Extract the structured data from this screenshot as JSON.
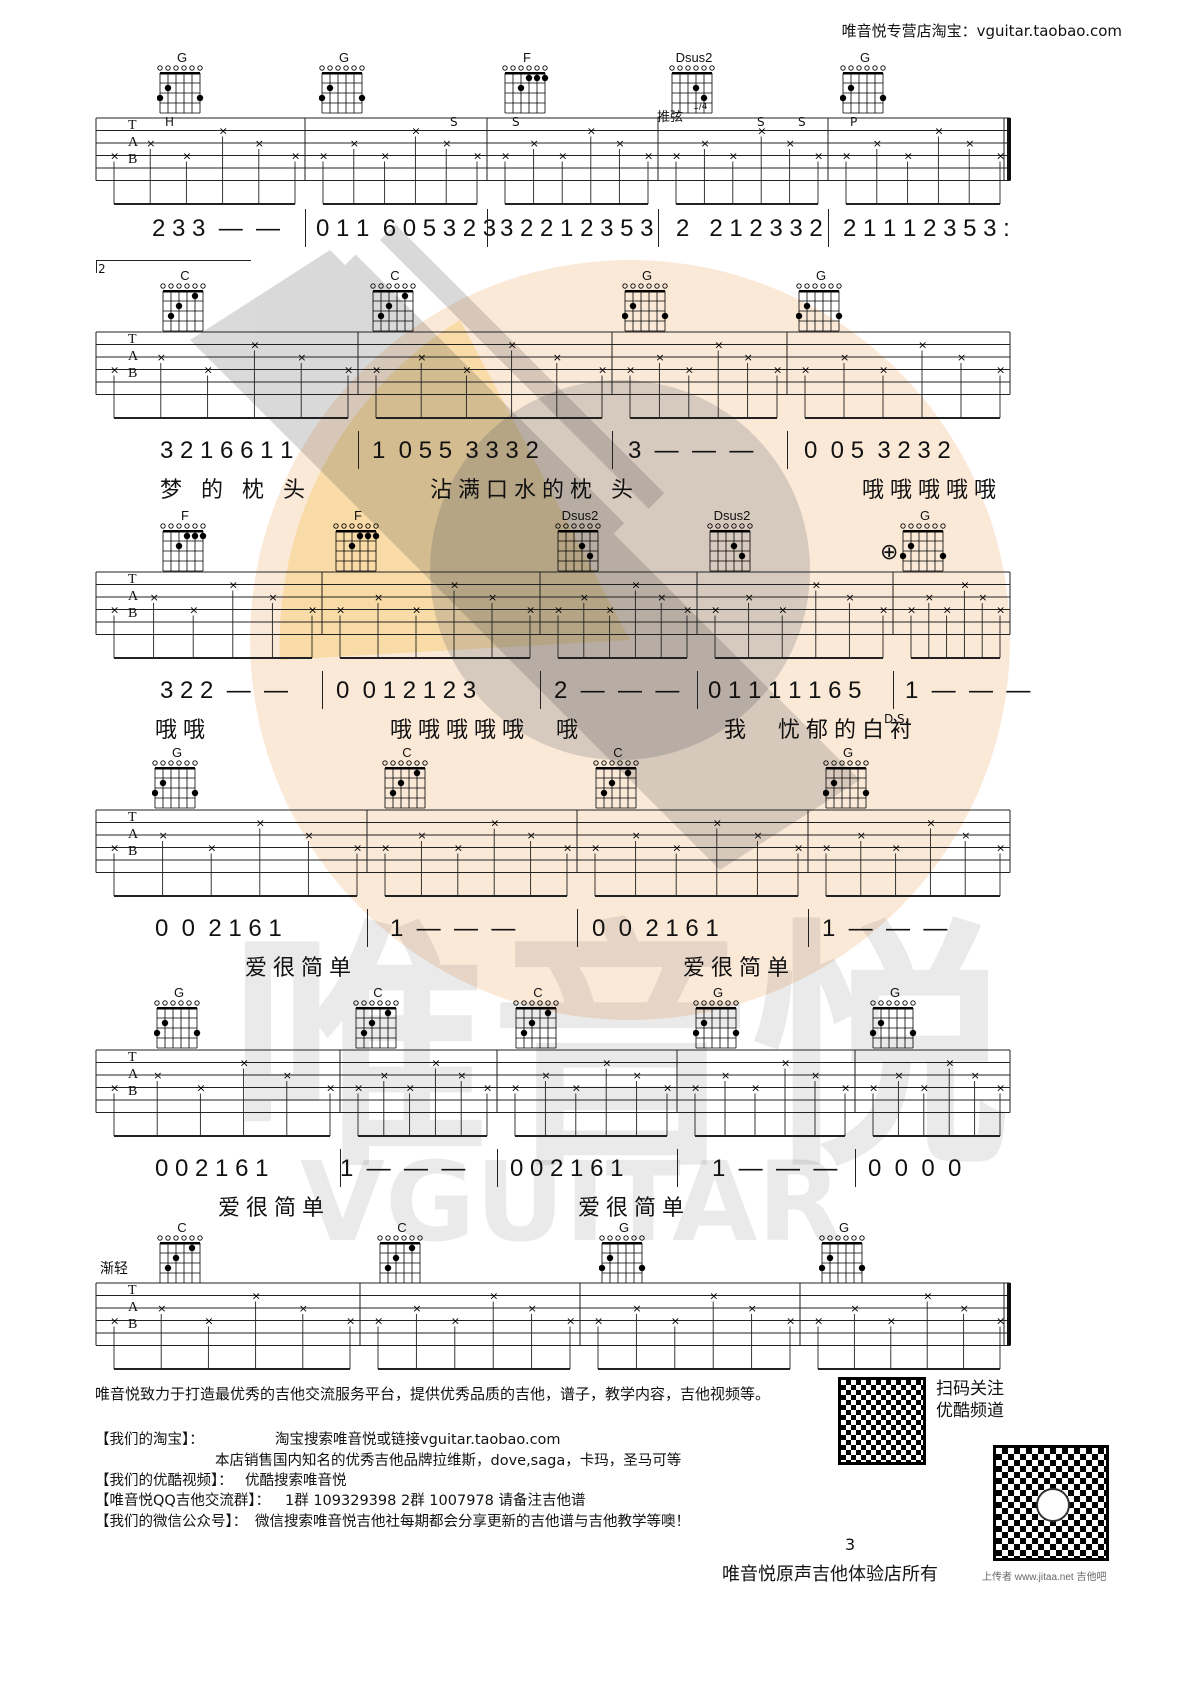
{
  "header": {
    "shop": "唯音悦专营店淘宝：vguitar.taobao.com"
  },
  "watermark": {
    "brand": "唯音悦",
    "latin": "VGUITAR"
  },
  "systems": [
    {
      "chords": [
        "G",
        "G",
        "F",
        "Dsus2",
        "G"
      ],
      "annotations": {
        "bend": "推弦",
        "bend_amt": "1/4",
        "h": "H",
        "p": "P",
        "s1": "S",
        "s2": "S",
        "s3": "S",
        "s4": "S"
      },
      "numbers": [
        "2 3 3  —  —",
        "0 1 1  6 0 5 3 2 3",
        "3 2 2 1 2 3 5 3",
        "2   2 1 2 3 3 2",
        "2 1 1 1 2 3 5 3 :"
      ],
      "lyrics": []
    },
    {
      "volta": "2",
      "chords": [
        "C",
        "C",
        "G",
        "G"
      ],
      "numbers": [
        "3 2 1 6 6 1 1",
        "1  0 5 5  3 3 3 2",
        "3  —  —  —",
        "0  0 5  3 2 3 2"
      ],
      "lyrics": [
        "梦 的 枕 头",
        "沾满口水的枕 头",
        "哦哦哦哦哦"
      ]
    },
    {
      "chords": [
        "F",
        "F",
        "Dsus2",
        "Dsus2",
        "G"
      ],
      "coda": "⊕",
      "ds": "D.S.",
      "numbers": [
        "3 2 2  —  —",
        "0  0 1 2 1 2 3",
        "2  —  —  —",
        "0 1 1 1 1 1 6 5",
        "1  —  —  —"
      ],
      "lyrics": [
        "哦哦",
        "哦哦哦哦哦  哦",
        "我  忧郁的白衬"
      ]
    },
    {
      "chords": [
        "G",
        "C",
        "C",
        "G"
      ],
      "numbers": [
        "0  0  2 1 6 1",
        "1  —  —  —",
        "0  0  2 1 6 1",
        "1  —  —  —"
      ],
      "lyrics": [
        "爱很简单",
        "爱很简单"
      ]
    },
    {
      "chords": [
        "G",
        "C",
        "C",
        "G",
        "G"
      ],
      "numbers": [
        "0 0 2 1 6 1",
        "1  —  —  —",
        "0 0 2 1 6 1",
        "1  —  —  —",
        "0  0  0  0"
      ],
      "lyrics": [
        "爱很简单",
        "爱很简单"
      ]
    },
    {
      "chords": [
        "C",
        "C",
        "G",
        "G"
      ],
      "dynamic": "渐轻",
      "numbers": [],
      "lyrics": []
    }
  ],
  "tab_letters": [
    "T",
    "A",
    "B"
  ],
  "page_number": "3",
  "footer": {
    "intro": "唯音悦致力于打造最优秀的吉他交流服务平台，提供优秀品质的吉他，谱子，教学内容，吉他视频等。",
    "rows": [
      {
        "label": "【我们的淘宝】：",
        "text": "淘宝搜索唯音悦或链接vguitar.taobao.com"
      },
      {
        "label": "",
        "text": "本店销售国内知名的优秀吉他品牌拉维斯，dove,saga，卡玛，圣马可等"
      },
      {
        "label": "【我们的优酷视频】：",
        "text": "优酷搜索唯音悦"
      },
      {
        "label": "【唯音悦QQ吉他交流群】：",
        "text": "1群 109329398 2群 1007978 请备注吉他谱"
      },
      {
        "label": "【我们的微信公众号】：",
        "text": "微信搜索唯音悦吉他社每期都会分享更新的吉他谱与吉他教学等噢！"
      }
    ],
    "scan": "扫码关注\n优酷频道",
    "owner": "唯音悦原声吉他体验店所有",
    "corner": "上传者 www.jitaa.net 吉他吧"
  }
}
